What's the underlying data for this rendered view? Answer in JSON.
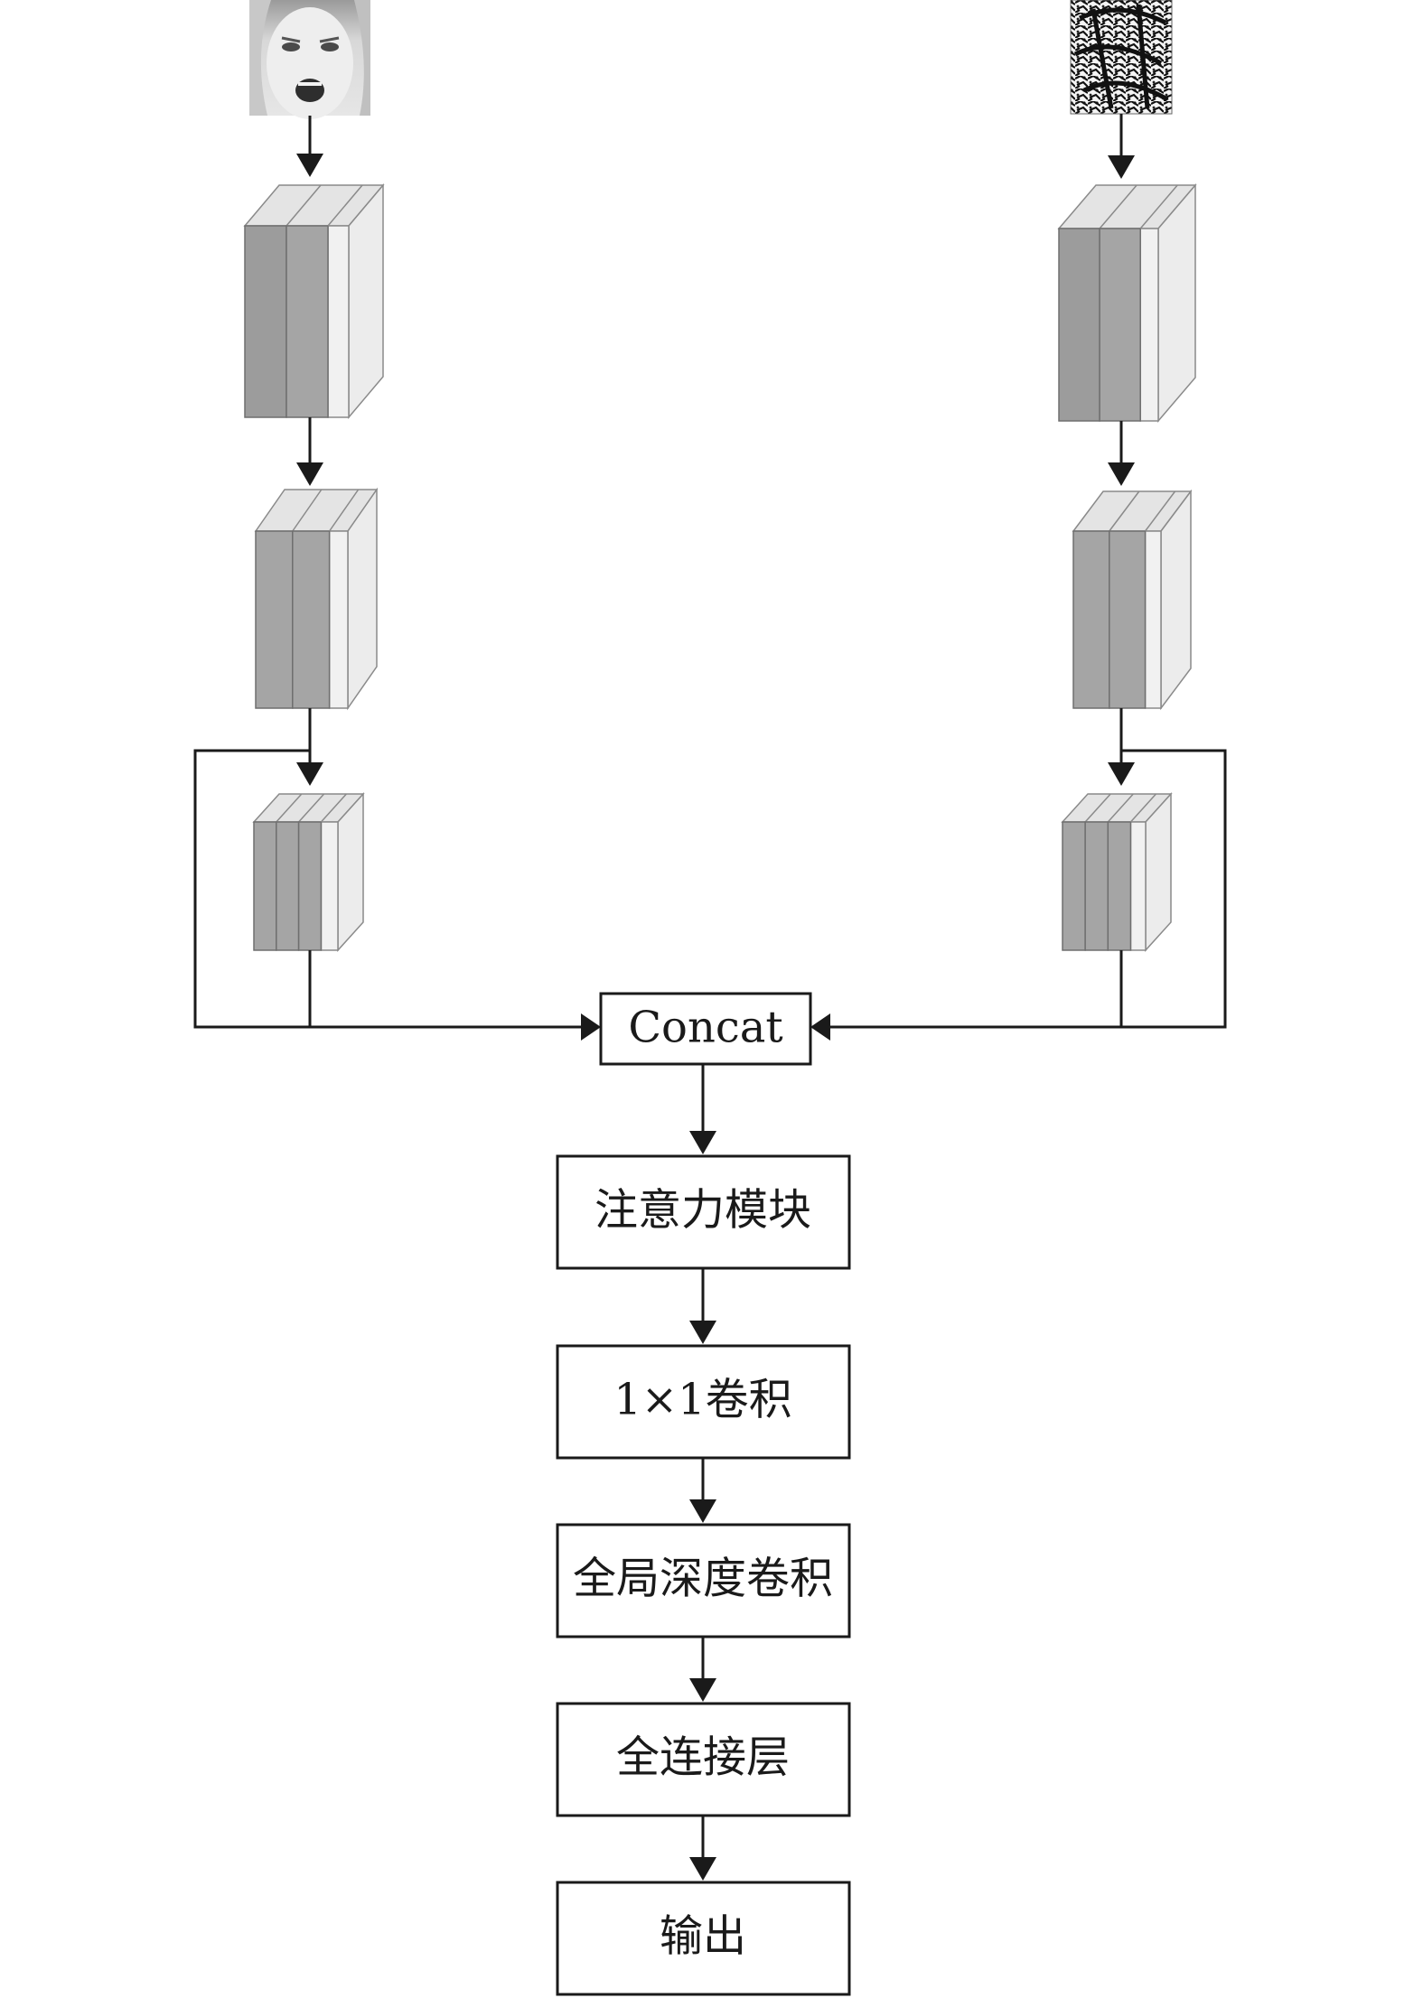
{
  "diagram": {
    "nodes": {
      "concat": "Concat",
      "attention": "注意力模块",
      "conv1x1": "1×1卷积",
      "global_depthwise": "全局深度卷积",
      "fc": "全连接层",
      "output": "输出"
    },
    "branches": [
      {
        "input": "face-image",
        "blocks": 3
      },
      {
        "input": "texture-image",
        "blocks": 3
      }
    ]
  }
}
